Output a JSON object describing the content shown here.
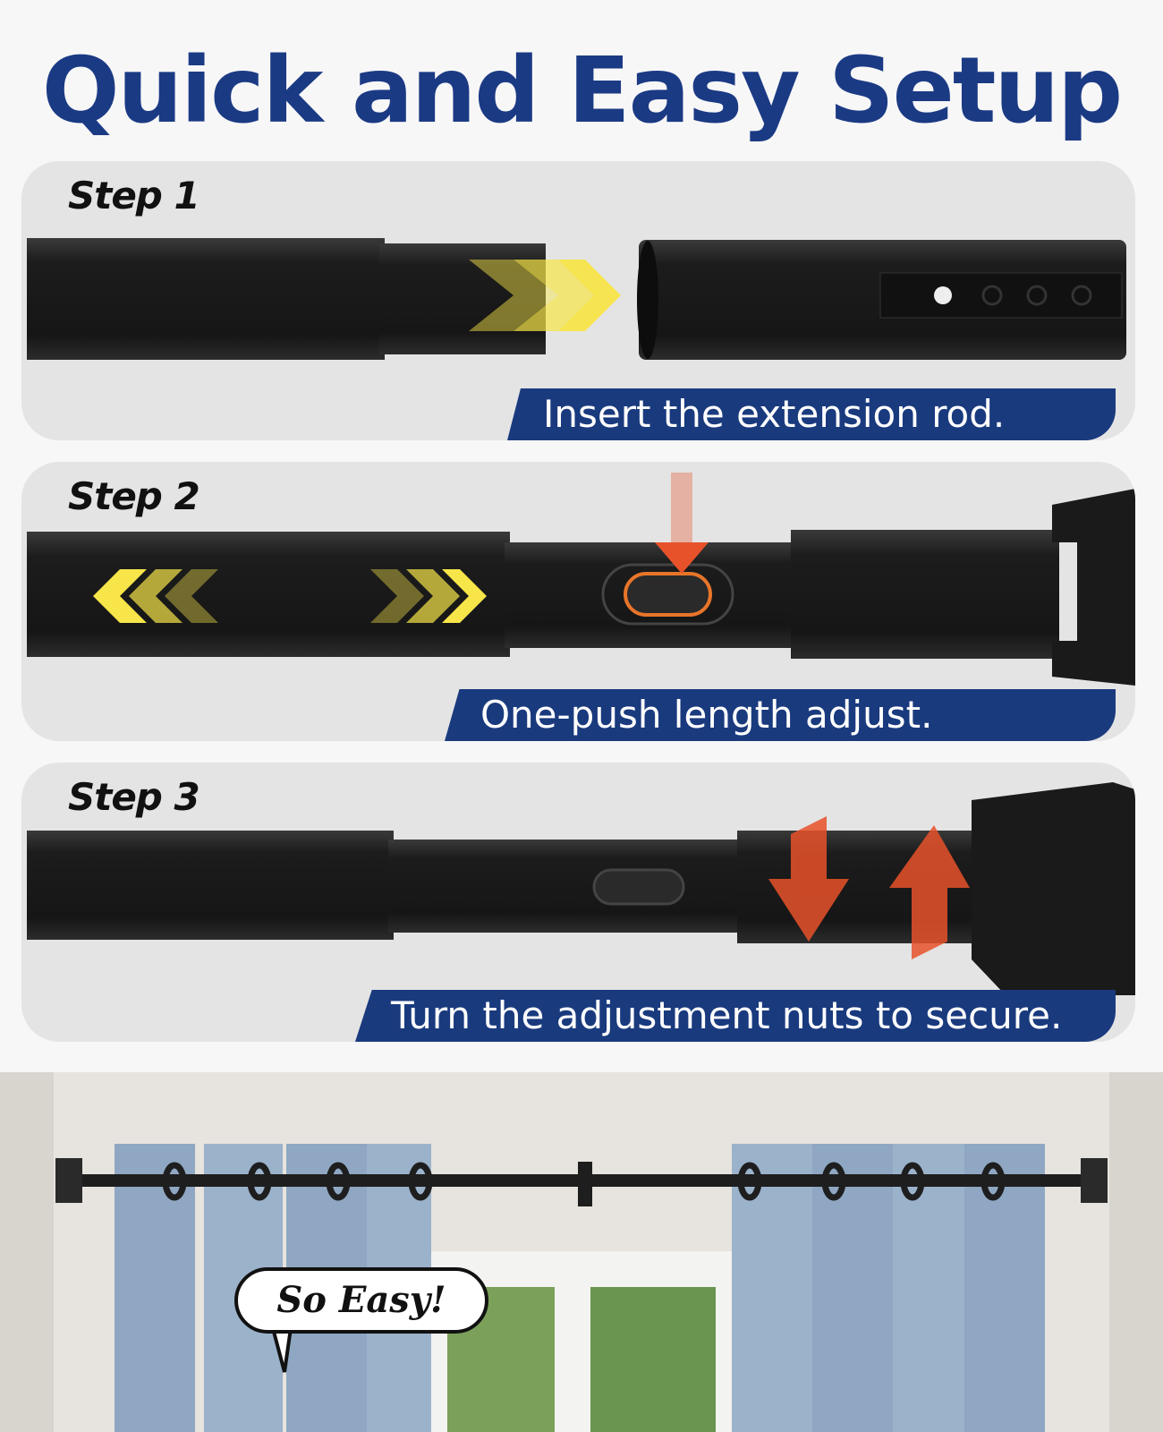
{
  "title": "Quick and Easy Setup",
  "steps": [
    {
      "label": "Step 1",
      "caption": "Insert the extension rod."
    },
    {
      "label": "Step 2",
      "caption": "One-push length adjust."
    },
    {
      "label": "Step 3",
      "caption": "Turn the adjustment nuts to secure."
    }
  ],
  "photo": {
    "bubble_text": "So Easy!"
  },
  "colors": {
    "brand_blue": "#1b3a84",
    "arrow_yellow": "#f7e54a",
    "arrow_red": "#e8522a",
    "rod_black": "#1e1e1e",
    "curtain_blue": "#8fa7c2"
  }
}
